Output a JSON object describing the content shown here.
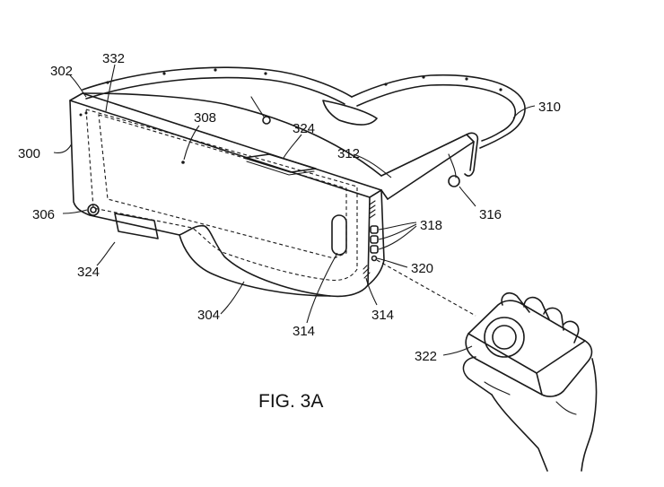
{
  "figure": {
    "caption": "FIG. 3A",
    "labels": {
      "l300": "300",
      "l302": "302",
      "l332": "332",
      "l308": "308",
      "l324a": "324",
      "l324b": "324",
      "l306": "306",
      "l304": "304",
      "l312": "312",
      "l310": "310",
      "l316": "316",
      "l318": "318",
      "l320": "320",
      "l314a": "314",
      "l314b": "314",
      "l322": "322"
    }
  }
}
